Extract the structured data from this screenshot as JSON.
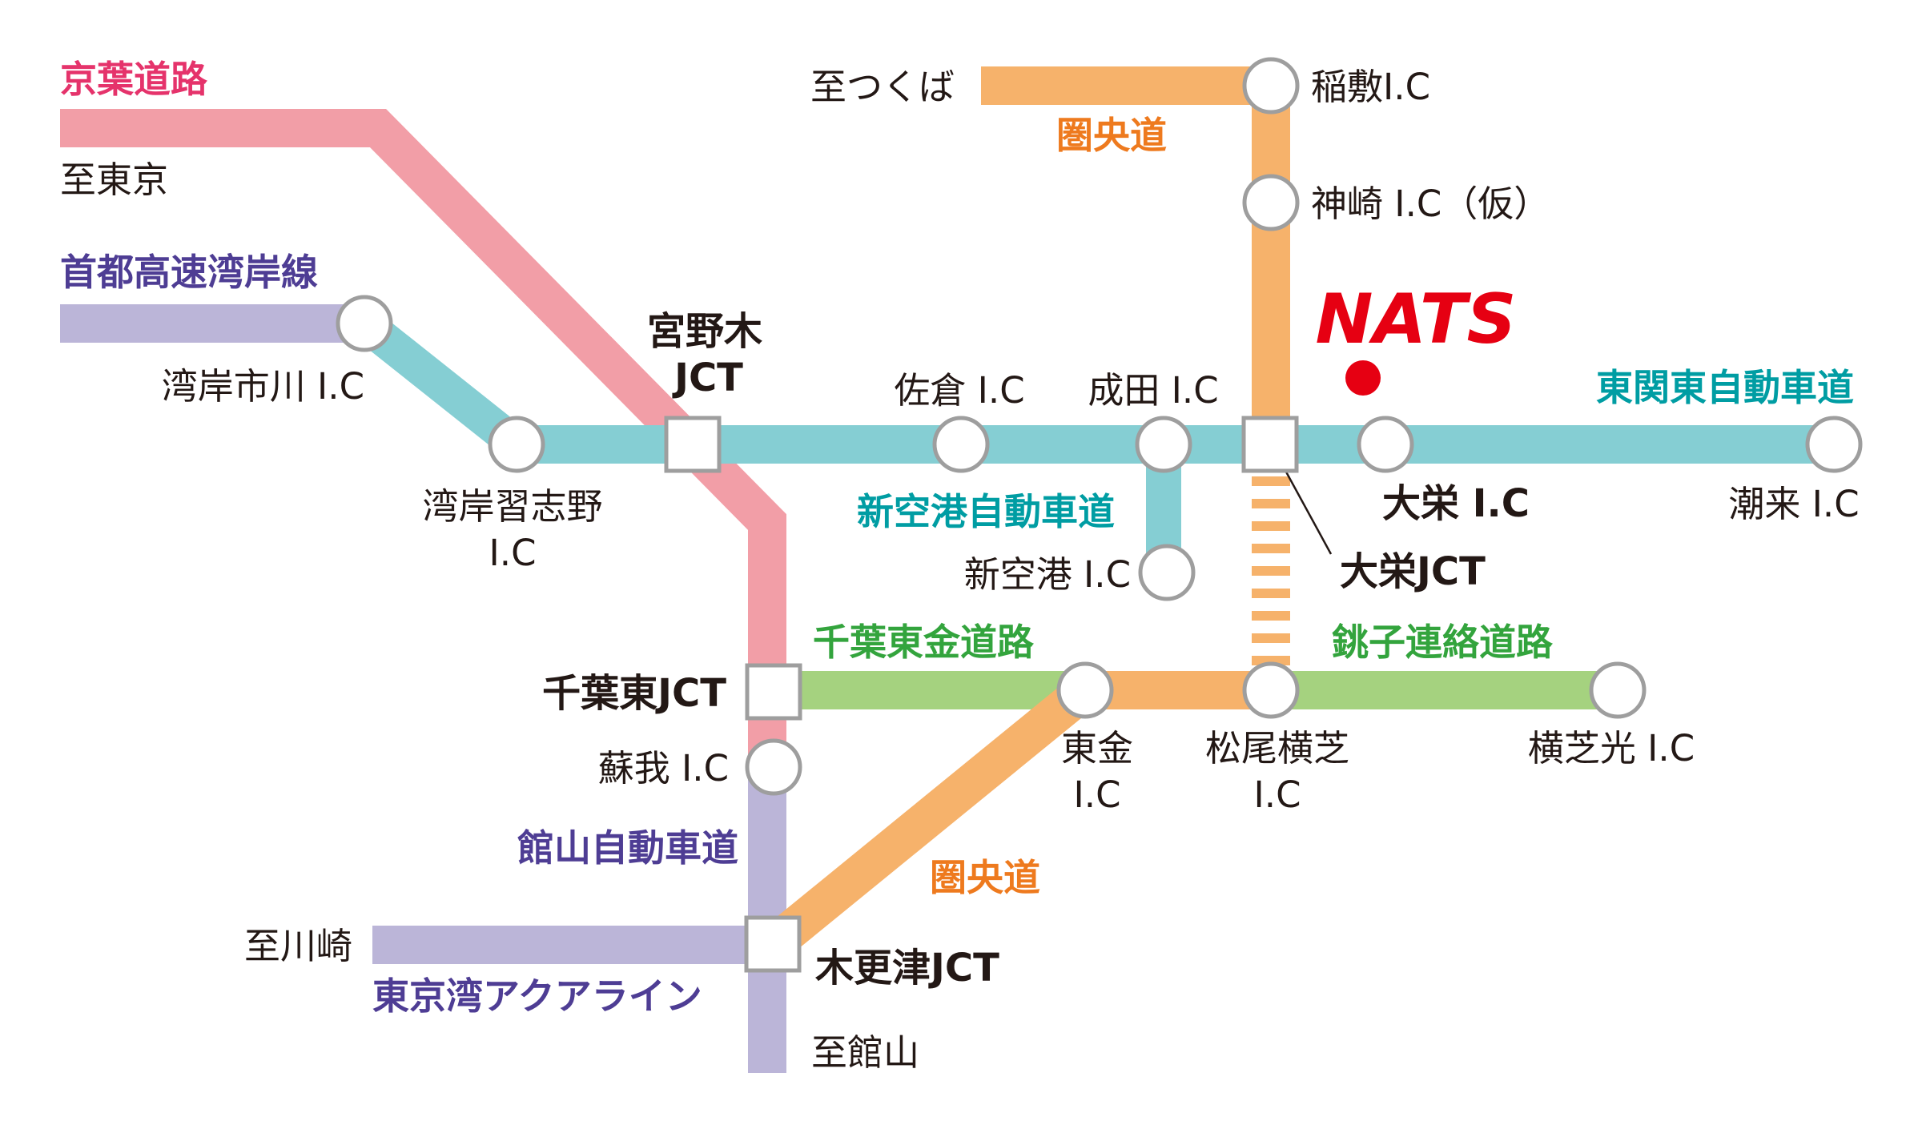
{
  "colors": {
    "keiyo": "#f29ea7",
    "keiyo_text": "#e5336b",
    "wangan": "#bbb5d8",
    "wangan_text": "#4e3d94",
    "higashikanto": "#85ced3",
    "higashikanto_text": "#009da3",
    "kenodo": "#f6b26b",
    "kenodo_text": "#ee7a1e",
    "green": "#a5d27f",
    "green_text": "#33a43d",
    "red": "#e60012",
    "yellow_node": "#fff59d",
    "text": "#231815"
  },
  "roads": {
    "keiyo": "京葉道路",
    "wangan": "首都高速湾岸線",
    "higashikanto": "東関東自動車道",
    "shinkuko": "新空港自動車道",
    "kenodo_north": "圏央道",
    "kenodo_south": "圏央道",
    "chiba_togane": "千葉東金道路",
    "choshi": "銚子連絡道路",
    "tateyama": "館山自動車道",
    "aqualine": "東京湾アクアライン"
  },
  "destinations": {
    "tokyo": "至東京",
    "tsukuba": "至つくば",
    "kawasaki": "至川崎",
    "tateyama": "至館山"
  },
  "nodes": {
    "miyanogi": {
      "line1": "宮野木",
      "line2": "JCT"
    },
    "wangan_ichikawa": "湾岸市川 I.C",
    "wangan_narashino": {
      "line1": "湾岸習志野",
      "line2": "I.C"
    },
    "sakura": "佐倉 I.C",
    "narita": "成田 I.C",
    "shinkuko": "新空港 I.C",
    "taiei_jct": "大栄JCT",
    "taiei_ic": "大栄 I.C",
    "itako": "潮来 I.C",
    "inashiki": "稲敷I.C",
    "kozaki": "神崎 I.C（仮）",
    "chibahigashi": "千葉東JCT",
    "soga": "蘇我 I.C",
    "togane": {
      "line1": "東金",
      "line2": "I.C"
    },
    "matsuo": {
      "line1": "松尾横芝",
      "line2": "I.C"
    },
    "yokoshibahikari": "横芝光 I.C",
    "kisarazu": "木更津JCT"
  },
  "brand": {
    "logo": "NATS"
  }
}
